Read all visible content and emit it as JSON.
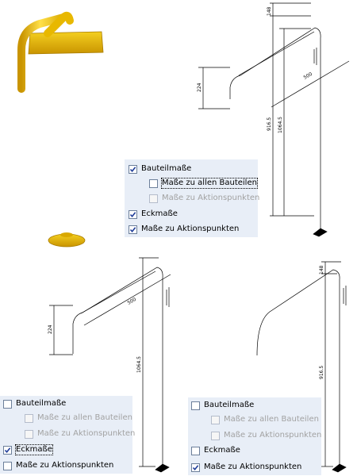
{
  "dimensions": {
    "upper_right": {
      "top": "148",
      "width": "500",
      "bend": "224",
      "lower": "916.5",
      "total": "1064.5"
    },
    "lower_left": {
      "width": "500",
      "bend": "224",
      "total": "1064.5"
    },
    "lower_right": {
      "top": "148",
      "lower": "916.5"
    }
  },
  "colors": {
    "pipe": "#f2c600",
    "pipe_shade": "#c99400",
    "panel": "#e8eef7",
    "line": "#000000"
  },
  "panels": [
    {
      "options": [
        {
          "label": "Bauteilmaße",
          "checked": true,
          "enabled": true
        },
        {
          "label": "Maße zu allen Bauteilen",
          "checked": false,
          "enabled": true,
          "focused": true
        },
        {
          "label": "Maße zu Aktionspunkten",
          "checked": false,
          "enabled": false
        },
        {
          "label": "Eckmaße",
          "checked": true,
          "enabled": true
        },
        {
          "label": "Maße zu Aktionspunkten",
          "checked": true,
          "enabled": true
        }
      ]
    },
    {
      "options": [
        {
          "label": "Bauteilmaße",
          "checked": false,
          "enabled": true
        },
        {
          "label": "Maße zu allen Bauteilen",
          "checked": false,
          "enabled": false
        },
        {
          "label": "Maße zu Aktionspunkten",
          "checked": false,
          "enabled": false
        },
        {
          "label": "Eckmaße",
          "checked": true,
          "enabled": true,
          "focused": true
        },
        {
          "label": "Maße zu Aktionspunkten",
          "checked": false,
          "enabled": true
        }
      ]
    },
    {
      "options": [
        {
          "label": "Bauteilmaße",
          "checked": false,
          "enabled": true
        },
        {
          "label": "Maße zu allen Bauteilen",
          "checked": false,
          "enabled": false
        },
        {
          "label": "Maße zu Aktionspunkten",
          "checked": false,
          "enabled": false
        },
        {
          "label": "Eckmaße",
          "checked": false,
          "enabled": true
        },
        {
          "label": "Maße zu Aktionspunkten",
          "checked": true,
          "enabled": true
        }
      ]
    }
  ]
}
